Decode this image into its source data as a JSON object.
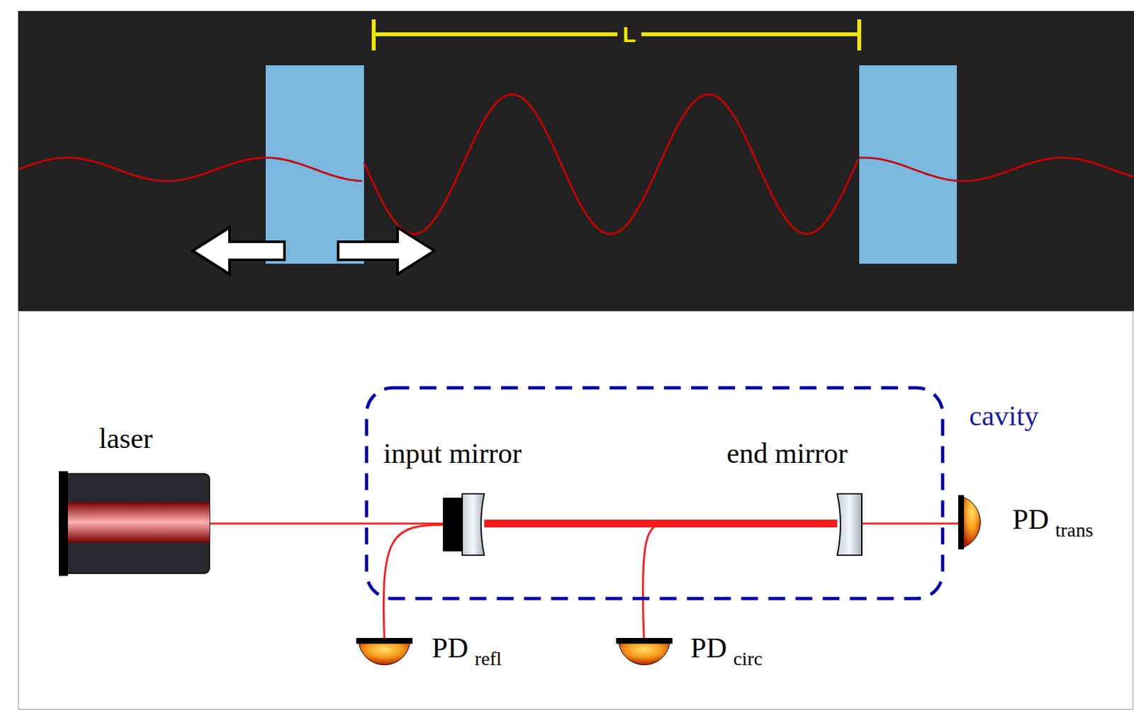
{
  "diagram": {
    "nodes": [
      {
        "text": [
          "laser"
        ]
      },
      {
        "text": [
          "cavity"
        ]
      },
      {
        "text": [
          "input mirror"
        ],
        "in": 1
      },
      {
        "text": [
          "end mirror"
        ],
        "in": 1
      },
      {
        "text": [
          "PD",
          "refl"
        ]
      },
      {
        "text": [
          "PD",
          "circ"
        ]
      },
      {
        "text": [
          "PD",
          "trans"
        ]
      }
    ],
    "edges": [
      {
        "from": 0,
        "to": 2,
        "arrow": "none"
      },
      {
        "from": 2,
        "to": 3,
        "arrow": "none"
      },
      {
        "from": 3,
        "to": 6,
        "arrow": "none"
      },
      {
        "from": 2,
        "to": 4,
        "arrow": "none"
      }
    ],
    "labels": [
      "L"
    ]
  }
}
